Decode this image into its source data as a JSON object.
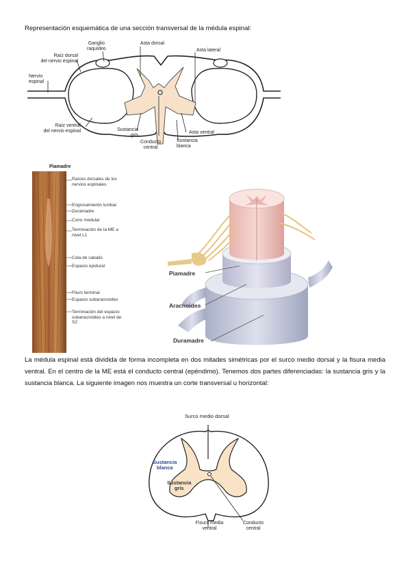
{
  "heading": "Representación esquemática de una sección transversal de la médula espinal:",
  "figure1": {
    "labels": {
      "ganglio": [
        "Ganglio",
        "raquídeo"
      ],
      "asta_dorsal": "Asta dorsal",
      "asta_lateral": "Asta lateral",
      "raiz_dorsal": [
        "Raíz dorsal",
        "del nervio espinal"
      ],
      "nervio_espinal": [
        "Nervio",
        "espinal"
      ],
      "raiz_ventral": [
        "Raíz ventral",
        "del nervio espinal"
      ],
      "sustancia_gris": [
        "Sustancia",
        "gris"
      ],
      "conducto_central": [
        "Conducto",
        "central"
      ],
      "asta_ventral": "Asta ventral",
      "sustancia_blanca": [
        "Sustancia",
        "blanca"
      ]
    },
    "colors": {
      "gray_matter": "#f7e1c8",
      "outline": "#222222"
    }
  },
  "figure2": {
    "title": "Piamadre",
    "labels": [
      [
        "Raíces dorsales de los",
        "nervios espinales"
      ],
      [
        "Engrosamiento lumbar"
      ],
      [
        "Duramadre"
      ],
      [
        "Cono medular"
      ],
      [
        "Terminación de la ME a",
        "nivel L1"
      ],
      [
        "Cola de caballo"
      ],
      [
        "Espacio epidural"
      ],
      [
        "Filum terminal"
      ],
      [
        "Espacio subaracnoideo"
      ],
      [
        "Terminación del espacio",
        "subaracnoideo a nivel de",
        "S2"
      ]
    ],
    "colors": {
      "tissue": "#b5703a",
      "tissue_dark": "#7a4420"
    }
  },
  "figure3": {
    "labels": {
      "piamadre": "Piamadre",
      "aracnoides": "Aracnoides",
      "duramadre": "Duramadre"
    },
    "colors": {
      "pink": "#f0c8c4",
      "lavender": "#d4d2e6",
      "blue_gray": "#c5c8da",
      "nerve": "#e8c98a"
    }
  },
  "paragraph": "La médula espinal está dividida de forma incompleta en dos mitades simétricas por el surco medio dorsal y la fisura media ventral. En el centro de la ME está el conducto central (epéndimo). Tenemos dos partes diferenciadas: la sustancia gris y la sustancia blanca. La siguiente imagen nos muestra un corte transversal u horizontal:",
  "figure4": {
    "labels": {
      "surco": "Surco medio dorsal",
      "sustancia_blanca": [
        "Sustancia",
        "blanca"
      ],
      "sustancia_gris": [
        "Sustancia",
        "gris"
      ],
      "fisura": [
        "Fisura media",
        "ventral"
      ],
      "conducto": [
        "Conducto",
        "central"
      ]
    },
    "colors": {
      "gray_matter": "#f9e3c6",
      "blue_label": "#2a4d9a"
    }
  }
}
